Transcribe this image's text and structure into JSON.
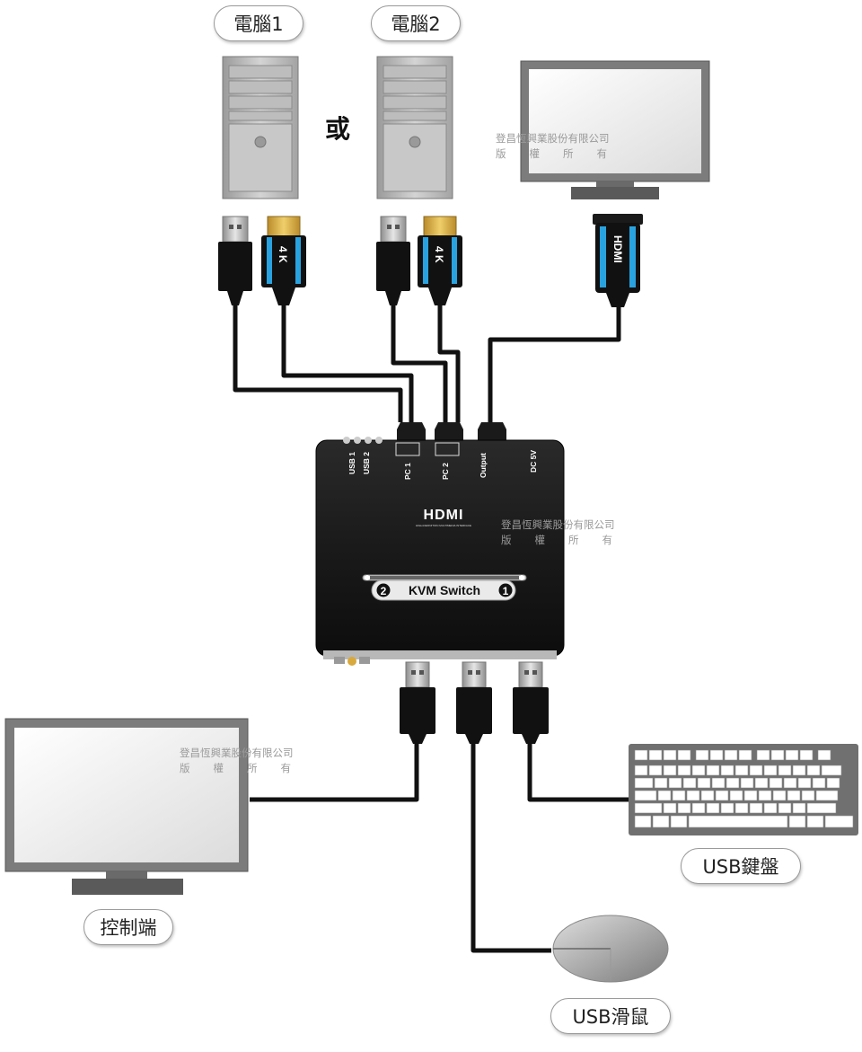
{
  "labels": {
    "pc1": "電腦1",
    "pc2": "電腦2",
    "or": "或",
    "console": "控制端",
    "keyboard": "USB鍵盤",
    "mouse": "USB滑鼠"
  },
  "watermark": {
    "line1": "登昌恆興業股份有限公司",
    "line2": [
      "版",
      "權",
      "所",
      "有"
    ]
  },
  "cable_labels": {
    "hdmi_4k": "4 K",
    "hdmi": "HDMI"
  },
  "device": {
    "ports_top": [
      "USB 1",
      "USB 2",
      "PC 1",
      "PC 2",
      "Output",
      "DC 5V"
    ],
    "logo": "HDMI",
    "logo_sub": "HIGH-DEFINITION MULTIMEDIA INTERFACE",
    "switch_label": "KVM Switch",
    "switch_left": "2",
    "switch_right": "1"
  },
  "colors": {
    "cable": "#111111",
    "connector_accent": "#29a3e0",
    "device_body": "#1c1c1c",
    "plug_gold": "#d8a93c"
  }
}
